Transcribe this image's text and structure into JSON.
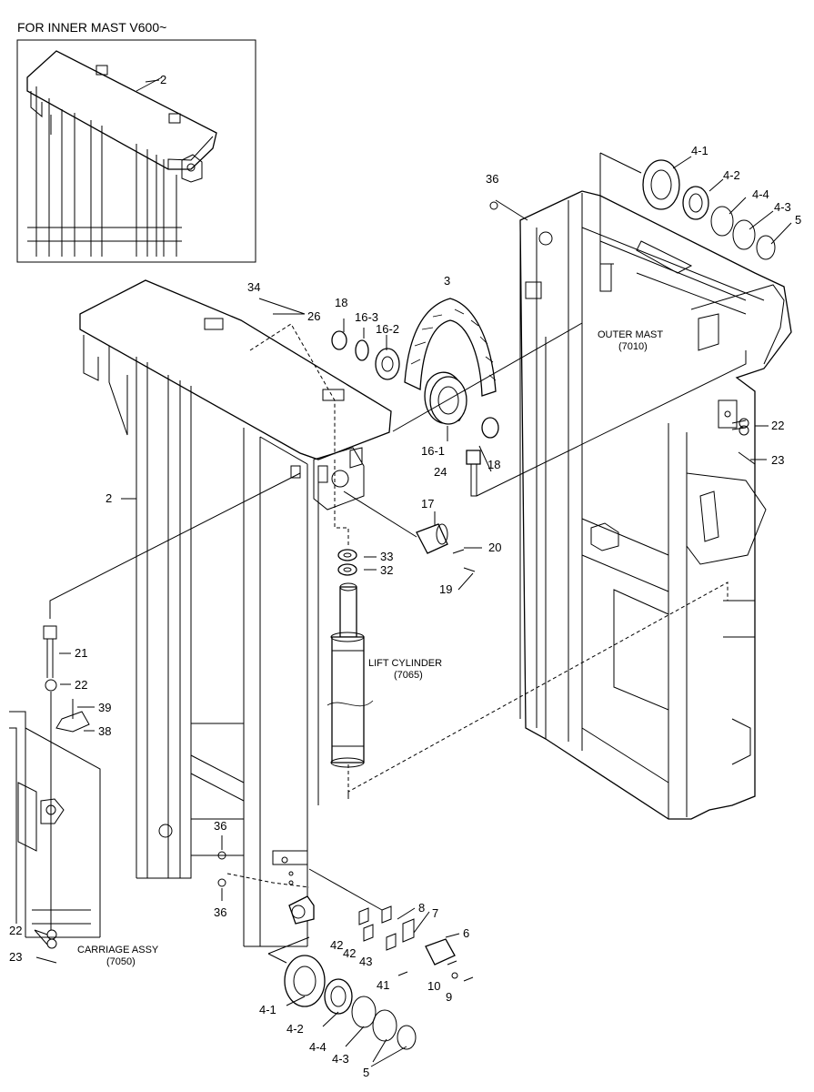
{
  "inset": {
    "title": "FOR INNER MAST V600~",
    "callout": "2"
  },
  "labels": {
    "outer_mast": "OUTER MAST",
    "outer_mast_code": "(7010)",
    "lift_cylinder": "LIFT CYLINDER",
    "lift_cylinder_code": "(7065)",
    "carriage": "CARRIAGE ASSY",
    "carriage_code": "(7050)"
  },
  "callouts": {
    "c_2_main": "2",
    "c_3": "3",
    "c_4_1_top": "4-1",
    "c_4_2_top": "4-2",
    "c_4_4_top": "4-4",
    "c_4_3_top": "4-3",
    "c_5_top": "5",
    "c_36_top": "36",
    "c_34": "34",
    "c_26": "26",
    "c_18_a": "18",
    "c_16_3": "16-3",
    "c_16_2": "16-2",
    "c_16_1": "16-1",
    "c_18_b": "18",
    "c_24": "24",
    "c_22_r": "22",
    "c_23_r": "23",
    "c_17": "17",
    "c_20": "20",
    "c_19": "19",
    "c_33": "33",
    "c_32": "32",
    "c_21": "21",
    "c_22_l": "22",
    "c_39": "39",
    "c_38": "38",
    "c_36_m": "36",
    "c_36_b": "36",
    "c_8": "8",
    "c_7": "7",
    "c_6": "6",
    "c_42_a": "42",
    "c_42_b": "42",
    "c_43": "43",
    "c_41": "41",
    "c_10": "10",
    "c_9": "9",
    "c_22_b": "22",
    "c_23_b": "23",
    "c_4_1_b": "4-1",
    "c_4_2_b": "4-2",
    "c_4_4_b": "4-4",
    "c_4_3_b": "4-3",
    "c_5_b": "5"
  }
}
